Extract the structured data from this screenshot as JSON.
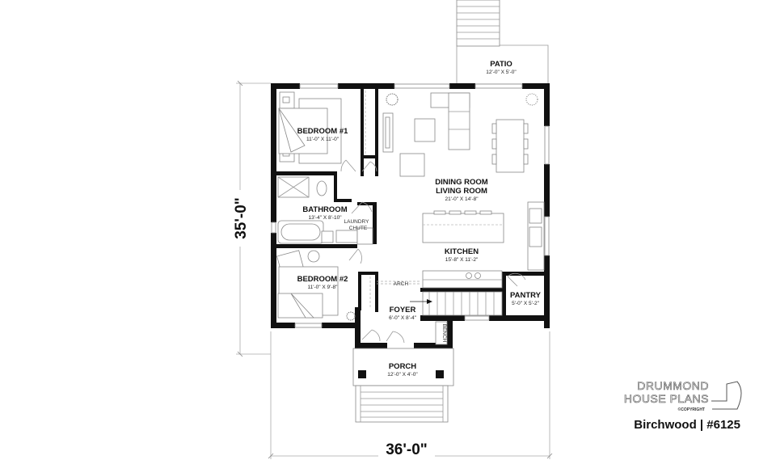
{
  "plan": {
    "rooms": [
      {
        "name": "BEDROOM #1",
        "size": "11'-0\" X 11'-0\""
      },
      {
        "name": "BATHROOM",
        "size": "13'-4\" X 8'-10\""
      },
      {
        "name": "BEDROOM #2",
        "size": "11'-0\" X 9'-8\""
      },
      {
        "name": "DINING ROOM",
        "name2": "LIVING ROOM",
        "size": "21'-0\" X 14'-8\""
      },
      {
        "name": "KITCHEN",
        "size": "15'-8\" X 11'-2\""
      },
      {
        "name": "PANTRY",
        "size": "5'-0\" X 5'-2\""
      },
      {
        "name": "FOYER",
        "size": "6'-0\" X 8'-4\""
      },
      {
        "name": "PORCH",
        "size": "12'-0\" X 4'-0\""
      },
      {
        "name": "PATIO",
        "size": "12'-0\" X 5'-0\""
      }
    ],
    "annotations": {
      "laundry_line1": "LAUNDRY",
      "laundry_line2": "CHUTE",
      "arch": "ARCH",
      "bench": "BENCH"
    },
    "dimensions": {
      "depth": "35'-0\"",
      "width": "36'-0\""
    }
  },
  "branding": {
    "line1": "DRUMMOND",
    "line2": "HOUSE PLANS",
    "copyright": "©COPYRIGHT",
    "model": "Birchwood | #6125"
  }
}
